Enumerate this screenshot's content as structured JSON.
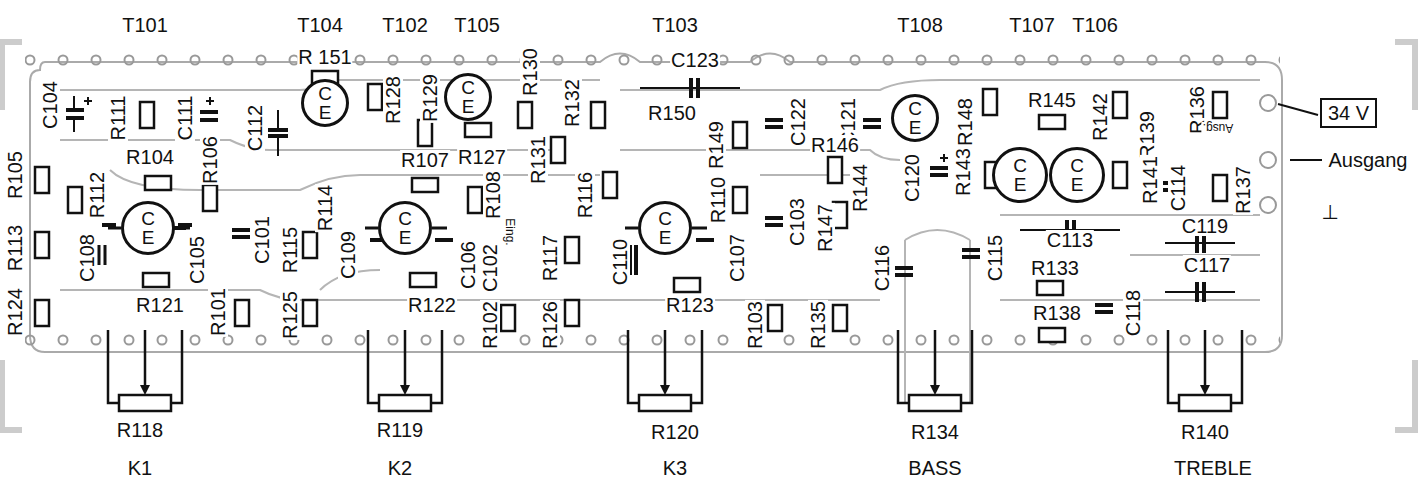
{
  "diagram": {
    "nodes": [
      {
        "text": [
          "C",
          "E"
        ]
      },
      {
        "text": [
          "C",
          "E"
        ]
      },
      {
        "text": [
          "C",
          "E"
        ]
      },
      {
        "text": [
          "C",
          "E"
        ]
      },
      {
        "text": [
          "C",
          "E"
        ]
      },
      {
        "text": [
          "C",
          "E"
        ]
      },
      {
        "text": [
          "C",
          "E"
        ]
      },
      {
        "text": [
          "C",
          "E"
        ]
      },
      {
        "text": [
          "34 V"
        ]
      }
    ],
    "labels": [
      "T101",
      "T104",
      "T102",
      "T105",
      "T103",
      "T108",
      "T107",
      "T106",
      "R 151",
      "C104",
      "R111",
      "C111",
      "C112",
      "R128",
      "R129",
      "R130",
      "R132",
      "C123",
      "R150",
      "R149",
      "C122",
      "C121",
      "R148",
      "R145",
      "R142",
      "R139",
      "R136",
      "Ausg.",
      "R104",
      "R106",
      "R107",
      "R127",
      "R131",
      "R146",
      "C120",
      "R143",
      "R144",
      "R141",
      "C114",
      "R137",
      "R105",
      "R112",
      "R114",
      "R108",
      "Eing.",
      "R116",
      "R110",
      "C103",
      "R147",
      "C113",
      "C119",
      "R113",
      "C108",
      "C105",
      "C101",
      "R115",
      "C109",
      "C106",
      "C102",
      "R117",
      "C110",
      "C107",
      "C116",
      "C115",
      "R133",
      "C117",
      "R138",
      "C118",
      "R124",
      "R121",
      "R101",
      "R125",
      "R122",
      "R102",
      "R126",
      "R123",
      "R103",
      "R135",
      "R118",
      "R119",
      "R120",
      "R134",
      "R140",
      "K1",
      "K2",
      "K3",
      "BASS",
      "TREBLE",
      "Ausgang",
      "⊥"
    ]
  }
}
